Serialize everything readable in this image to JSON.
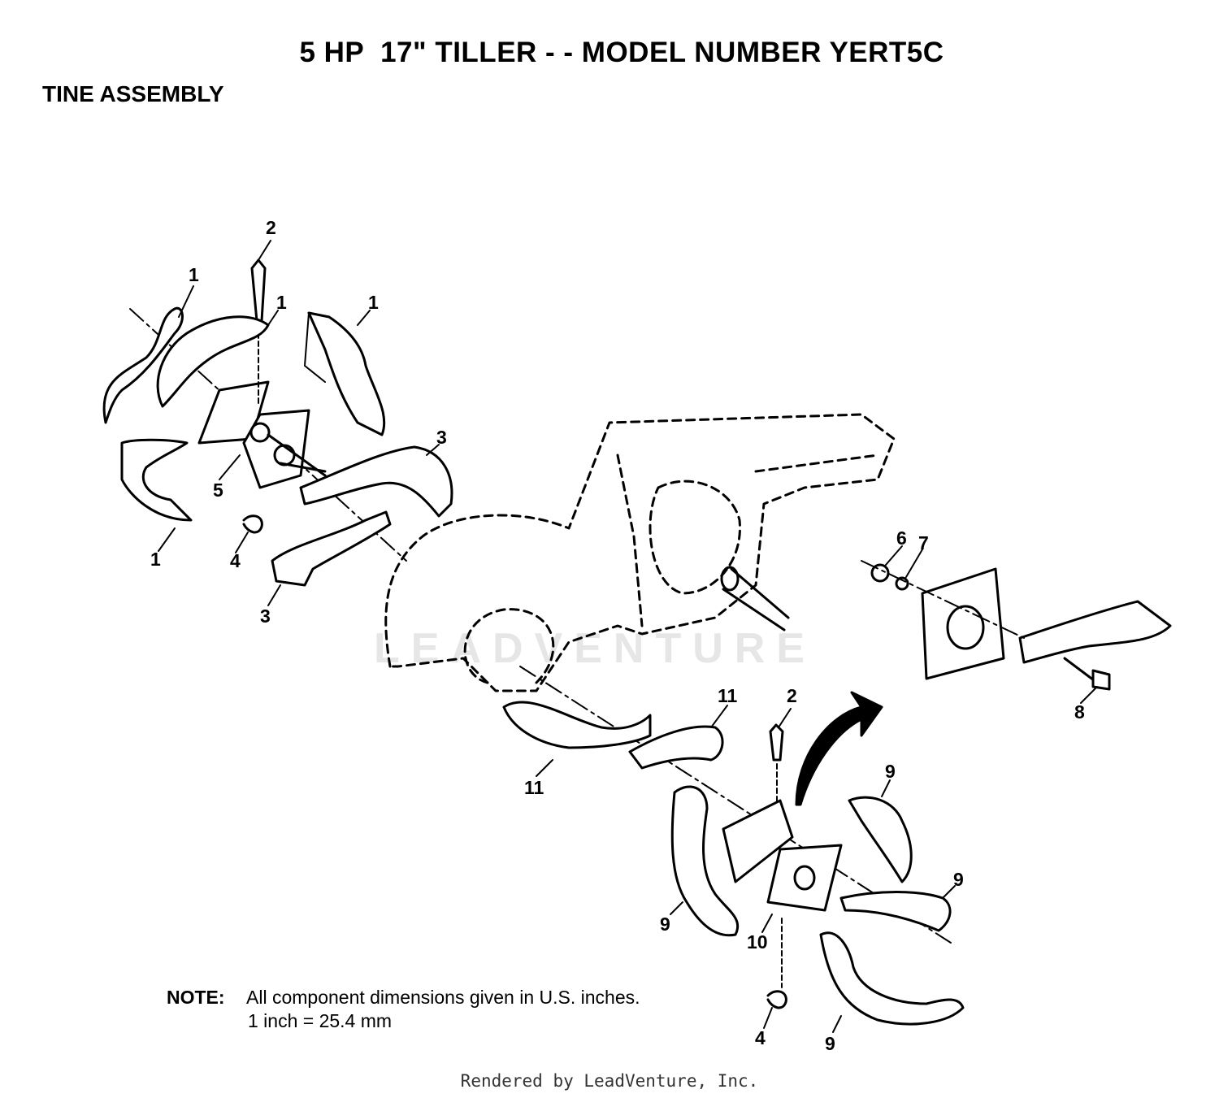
{
  "header": {
    "title": "5 HP  17\" TILLER - - MODEL NUMBER YERT5C",
    "subtitle": "TINE ASSEMBLY"
  },
  "watermark": "LEADVENTURE",
  "callouts": {
    "c1a": "1",
    "c1b": "1",
    "c1c": "1",
    "c1d": "1",
    "c2a": "2",
    "c2b": "2",
    "c3a": "3",
    "c3b": "3",
    "c4a": "4",
    "c4b": "4",
    "c5": "5",
    "c6": "6",
    "c7": "7",
    "c8": "8",
    "c9a": "9",
    "c9b": "9",
    "c9c": "9",
    "c9d": "9",
    "c10": "10",
    "c11a": "11",
    "c11b": "11"
  },
  "note": {
    "label": "NOTE:",
    "line1": "All component dimensions given in U.S. inches.",
    "line2": "1 inch = 25.4 mm"
  },
  "footer": "Rendered by LeadVenture, Inc."
}
